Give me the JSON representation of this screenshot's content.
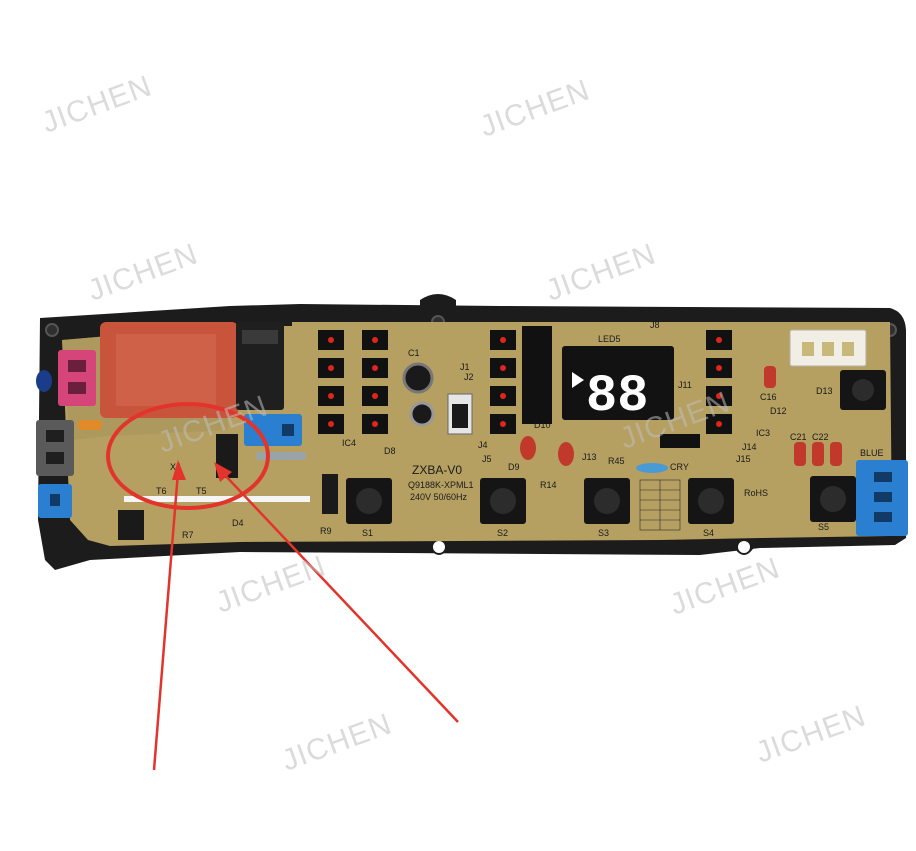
{
  "watermark": "JICHEN",
  "board": {
    "model": "ZXBA-V0",
    "part_no": "Q9188K-XPML1",
    "rating": "240V 50/60Hz",
    "display": "88",
    "component_labels": {
      "s1": "S1",
      "s2": "S2",
      "s3": "S3",
      "s4": "S4",
      "s5": "S5",
      "ic4": "IC4",
      "ic3": "IC3",
      "d8": "D8",
      "d9": "D9",
      "d10": "D10",
      "d12": "D12",
      "d13": "D13",
      "j1": "J1",
      "j2": "J2",
      "j4": "J4",
      "j5": "J5",
      "j8": "J8",
      "j11": "J11",
      "j13": "J13",
      "j14": "J14",
      "j15": "J15",
      "r14": "R14",
      "r45": "R45",
      "r7": "R7",
      "r9": "R9",
      "c1": "C1",
      "c16": "C16",
      "c21": "C21",
      "c22": "C22",
      "led5": "LED5",
      "cry": "CRY",
      "rohs": "RoHS",
      "blue": "BLUE",
      "x4": "X4",
      "t5": "T5",
      "t6": "T6",
      "d4": "D4"
    }
  },
  "colors": {
    "pcb": "#b5a062",
    "pcb_edge": "#1c1c1c",
    "transformer": "#c9543c",
    "connector_blue": "#2a7fd0",
    "connector_pink": "#d6457a",
    "annotation_red": "#e3342b",
    "display_digits": "#ffffff"
  }
}
